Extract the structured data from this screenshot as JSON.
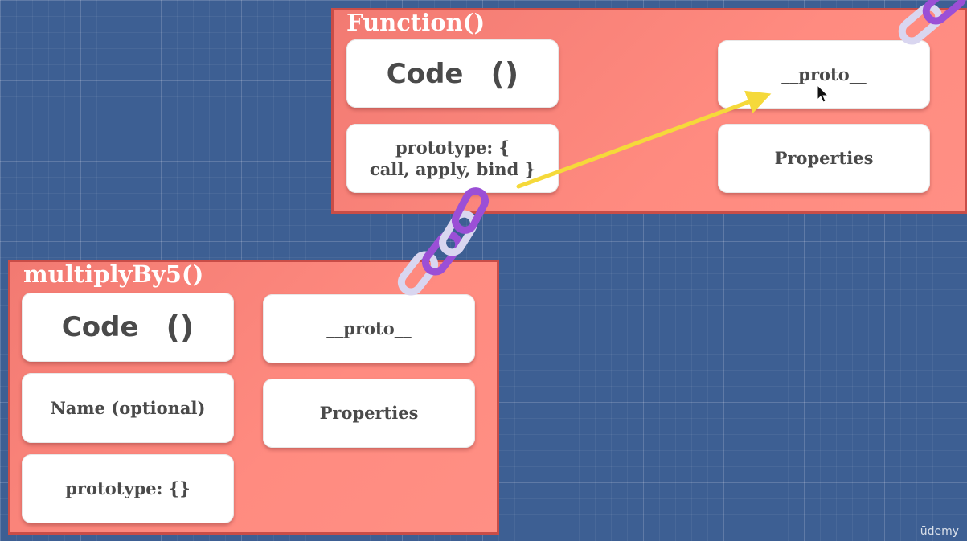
{
  "function_panel": {
    "title": "Function()",
    "code_label": "Code",
    "code_parens": "()",
    "prototype_line1": "prototype: {",
    "prototype_line2": "call, apply, bind }",
    "proto_label": "__proto__",
    "properties_label": "Properties"
  },
  "multiply_panel": {
    "title": "multiplyBy5()",
    "code_label": "Code",
    "code_parens": "()",
    "name_label": "Name (optional)",
    "prototype_label": "prototype: {}",
    "proto_label": "__proto__",
    "properties_label": "Properties"
  },
  "watermark": "ūdemy",
  "colors": {
    "background": "#3d5f93",
    "panel": "#ff8b80",
    "arrow": "#f5d93a",
    "chain_purple": "#9b4fd6",
    "chain_light": "#d9d6f0"
  }
}
